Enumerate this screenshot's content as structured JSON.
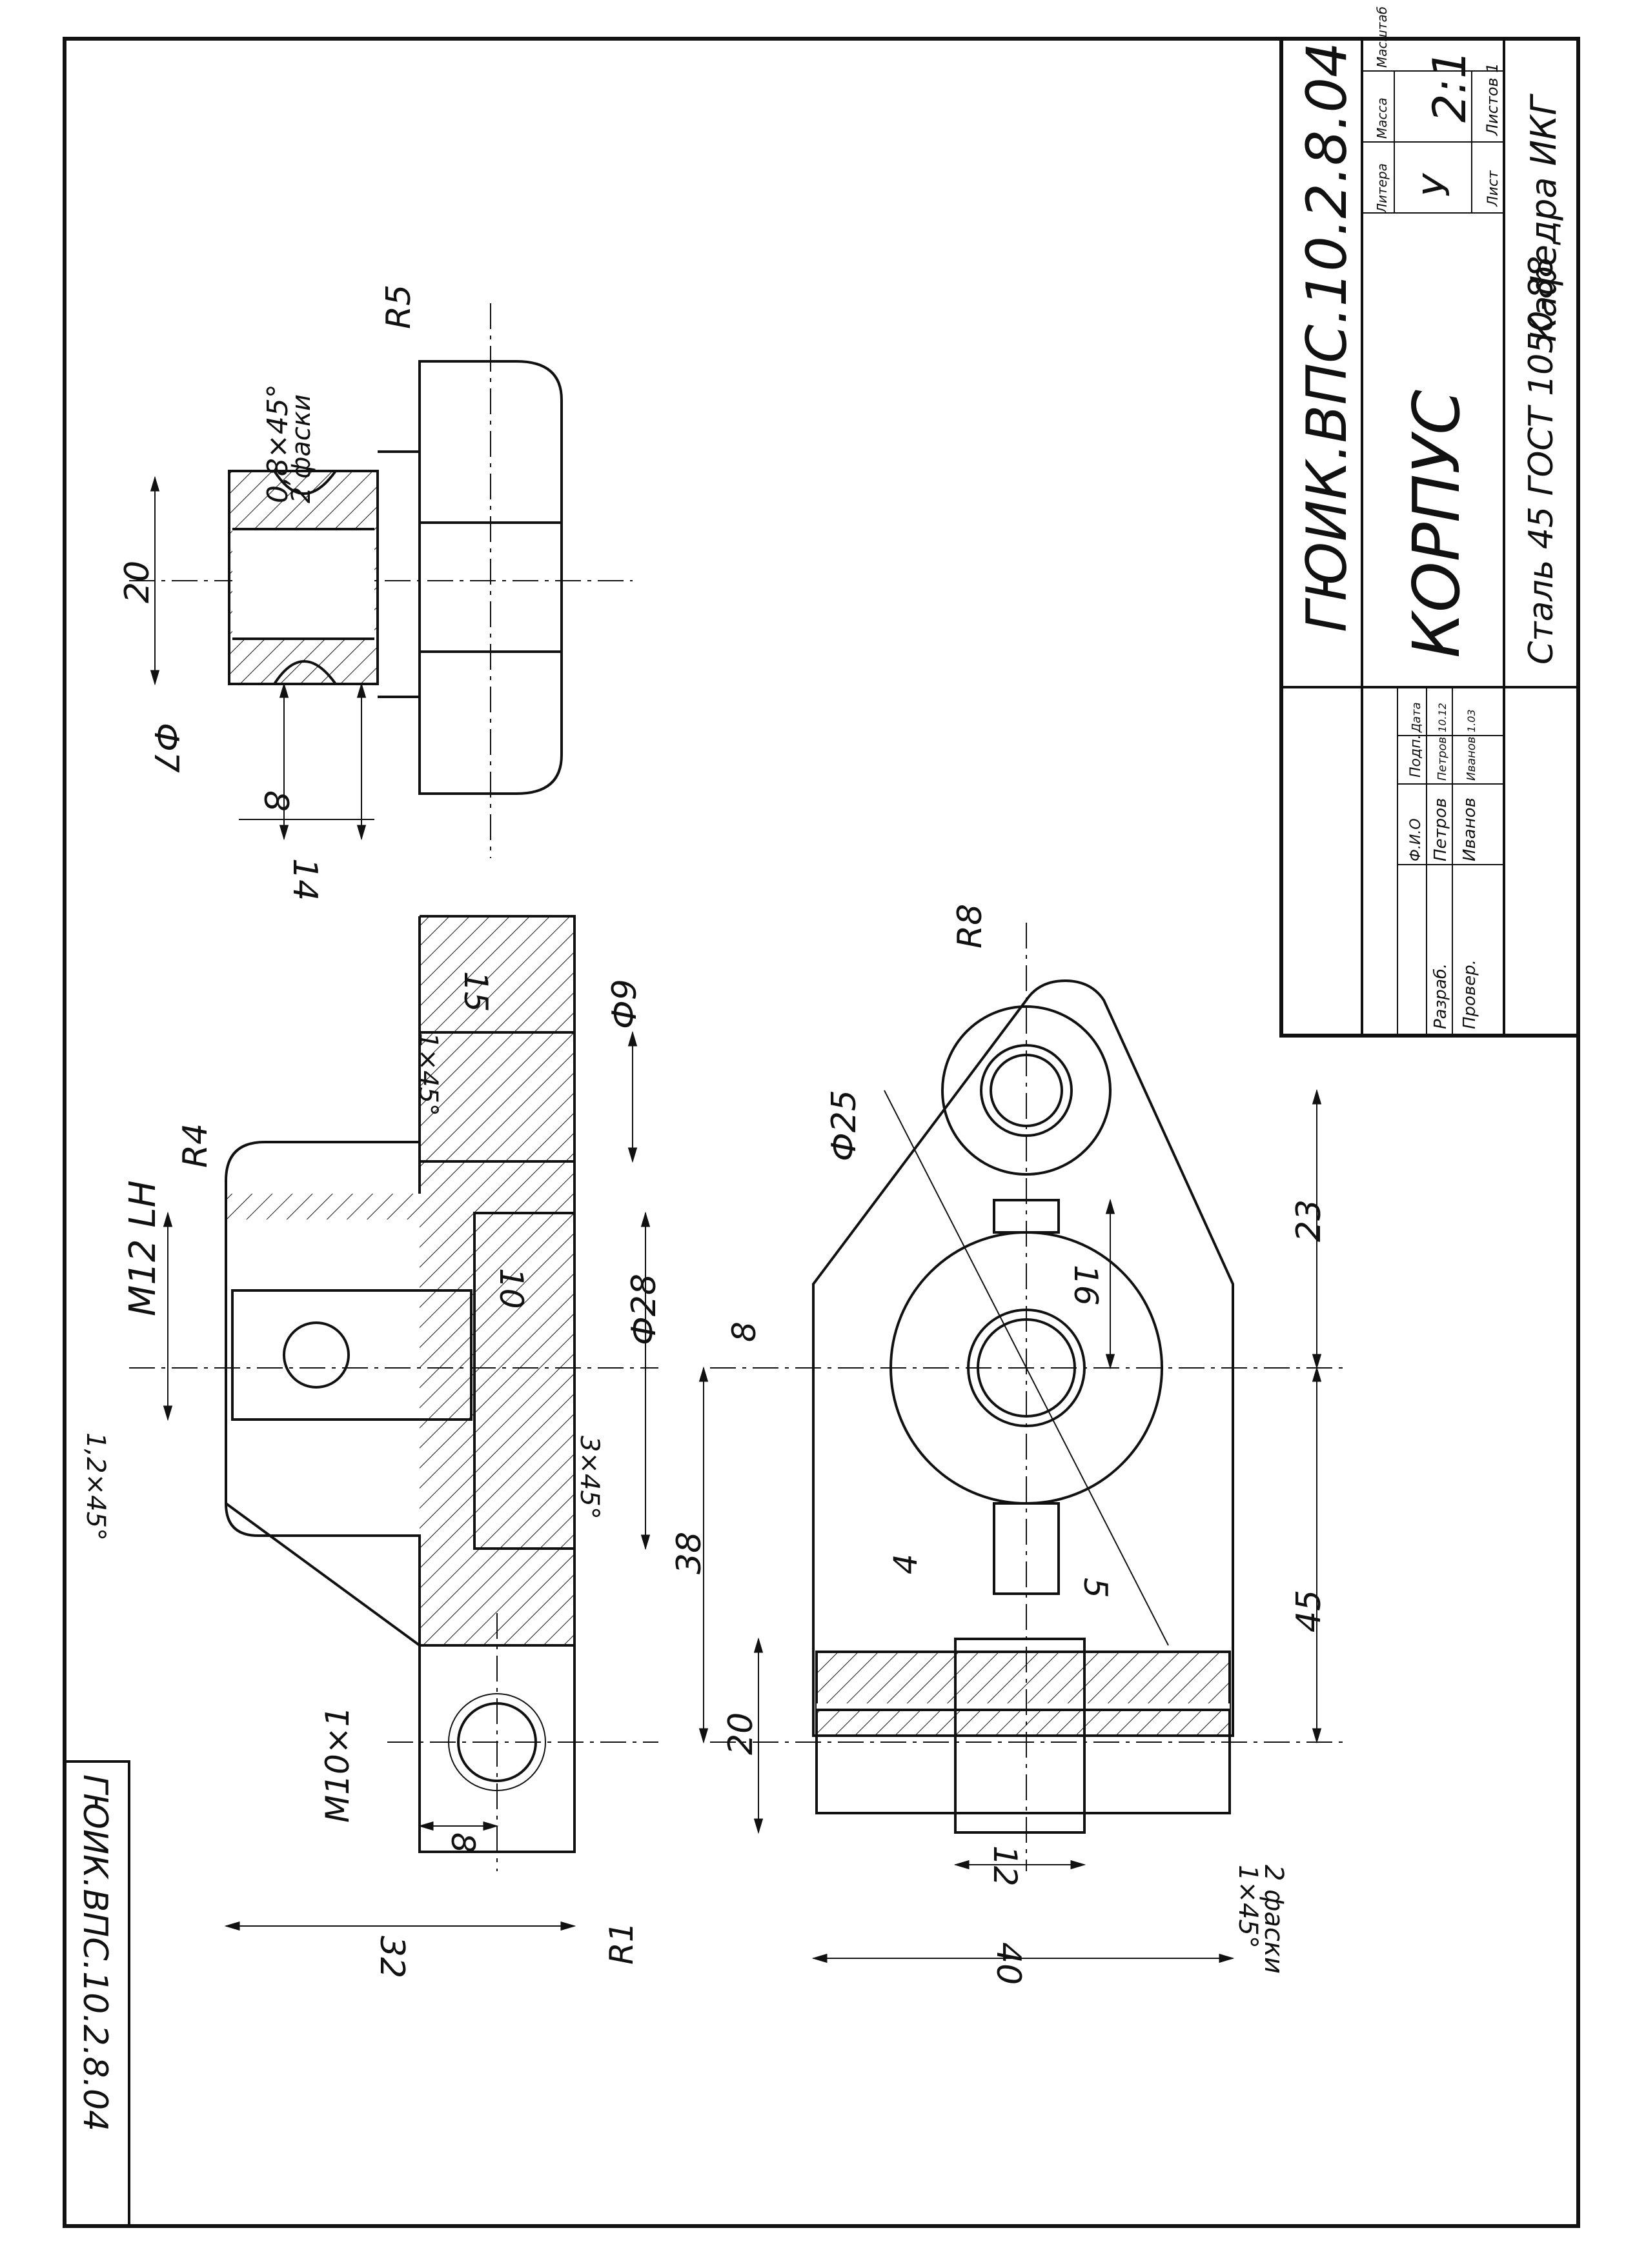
{
  "title_block": {
    "designation": "ГЮИК.ВПС.10.2.8.04",
    "part_name": "КОРПУС",
    "material": "Сталь 45 ГОСТ 1050-88",
    "department": "Кафедра ИКГ",
    "col_litera": "Литера",
    "col_mass": "Масса",
    "col_scale": "Масштаб",
    "litera": "У",
    "scale": "2:1",
    "sheet": "Лист",
    "sheets": "Листов 1",
    "col_fio": "Ф.И.О",
    "col_sign": "Подп.",
    "col_date": "Дата",
    "row1_role": "Разраб.",
    "row1_name": "Петров",
    "row2_role": "Провер.",
    "row2_name": "Иванов",
    "row1_sign": "Петров",
    "row1_date": "10.12",
    "row2_sign": "Иванов",
    "row2_date": "1.03"
  },
  "side_stamp": "ГЮИК.ВПС.10.2.8.04",
  "dimensions": {
    "d20_top": "20",
    "phi7": "Ф7",
    "d8_top": "8",
    "d14": "14",
    "chamfer_08": "0,8×45°",
    "chamfer_2": "2 фаски",
    "r5": "R5",
    "m12lh": "M12 LH",
    "r4": "R4",
    "chamfer_1x45_a": "1×45°",
    "d15": "15",
    "phi9": "Ф9",
    "d10": "10",
    "phi28": "Ф28",
    "chamfer_3x45": "3×45°",
    "chamfer_12x45": "1,2×45°",
    "m10x1": "M10×1",
    "r1": "R1",
    "d8_left": "8",
    "d32": "32",
    "r8": "R8",
    "phi25": "Ф25",
    "d8_mid": "8",
    "d16": "16",
    "d23": "23",
    "d38": "38",
    "d4": "4",
    "d5": "5",
    "d45": "45",
    "d20_bottom": "20",
    "d12": "12",
    "d40": "40",
    "chamfer_1x45_b": "1×45°",
    "chamfer_2_b": "2 фаски"
  }
}
